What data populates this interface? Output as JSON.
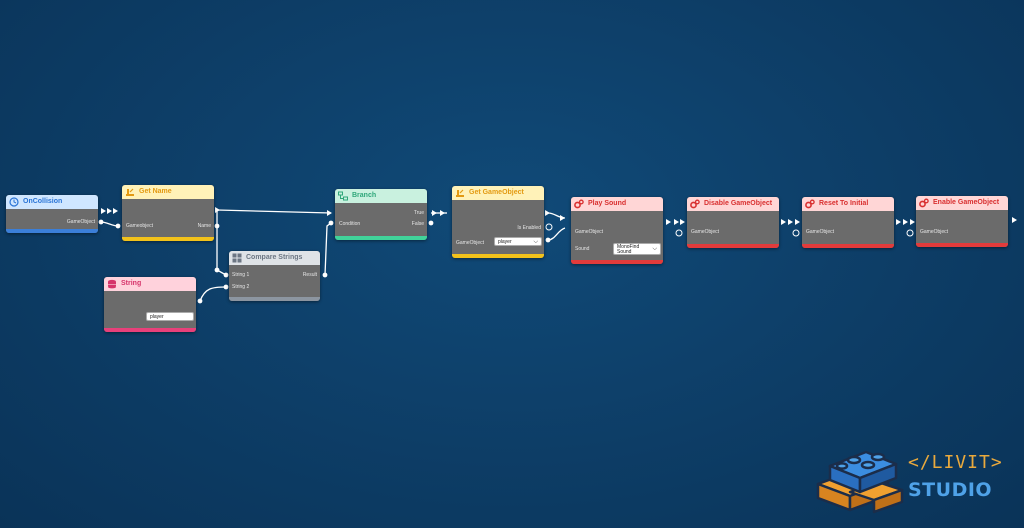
{
  "colors": {
    "background": "#0d3d66",
    "wire": "#ffffff",
    "node_body": "#6b6b6b",
    "event_header": "#cfe6ff",
    "event_accent": "#3b7fd9",
    "getter_header": "#fff2b8",
    "getter_accent": "#f2c21b",
    "flow_header": "#c9f1df",
    "flow_accent": "#41d39a",
    "compare_header": "#dfe3e7",
    "compare_accent": "#8c95a0",
    "variable_header": "#ffd2dc",
    "variable_accent": "#e8407a",
    "action_header": "#ffd6d6",
    "action_accent": "#e23b3b"
  },
  "nodes": {
    "on_collision": {
      "title": "OnCollision",
      "icon": "clock-icon",
      "out_gameobject": "GameObject"
    },
    "get_name": {
      "title": "Get Name",
      "icon": "getter-icon",
      "in_gameobject": "Gameobject",
      "out_name": "Name"
    },
    "string_var": {
      "title": "String",
      "icon": "database-icon",
      "value": "player"
    },
    "compare_strings": {
      "title": "Compare Strings",
      "icon": "compare-icon",
      "in_string1": "String 1",
      "in_string2": "String 2",
      "out_result": "Result"
    },
    "branch": {
      "title": "Branch",
      "icon": "branch-icon",
      "in_condition": "Condition",
      "out_true": "True",
      "out_false": "False"
    },
    "get_gameobject": {
      "title": "Get GameObject",
      "icon": "getter-icon",
      "out_is_enabled": "Is Enabled",
      "in_gameobject": "GameObject",
      "gameobject_value": "player"
    },
    "play_sound": {
      "title": "Play Sound",
      "icon": "gears-icon",
      "in_gameobject": "GameObject",
      "in_sound": "Sound",
      "sound_value": "MonoFind Sound Effect.wav"
    },
    "disable_gameobject": {
      "title": "Disable GameObject",
      "icon": "gears-icon",
      "in_gameobject": "GameObject"
    },
    "reset_initial": {
      "title": "Reset To Initial",
      "icon": "gears-icon",
      "in_gameobject": "GameObject"
    },
    "enable_gameobject": {
      "title": "Enable GameObject",
      "icon": "gears-icon",
      "in_gameobject": "GameObject"
    }
  },
  "logo": {
    "line1": "</LIVIT>",
    "line2": "STUDIO",
    "icon": "lego-bricks-icon",
    "colors": {
      "blue": "#2f7fd8",
      "orange": "#f0a030",
      "dark": "#1b2d4a"
    }
  }
}
